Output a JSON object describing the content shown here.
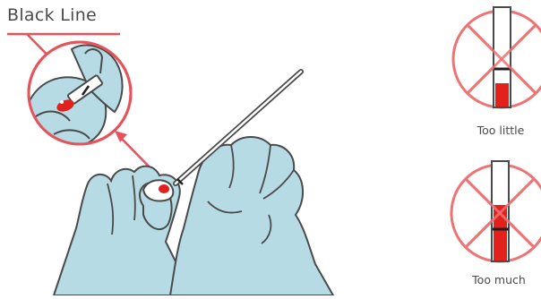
{
  "title_label": "Black Line",
  "examples": [
    {
      "caption": "Too little"
    },
    {
      "caption": "Too much"
    }
  ],
  "colors": {
    "glove_fill": "#b7dbe4",
    "outline": "#4a4a4a",
    "blood_red": "#e2201c",
    "cross_red": "#f07272",
    "line_black": "#231f20"
  },
  "icons": [
    "magnifier-circle",
    "pointer-arrow",
    "crossed-circle"
  ]
}
